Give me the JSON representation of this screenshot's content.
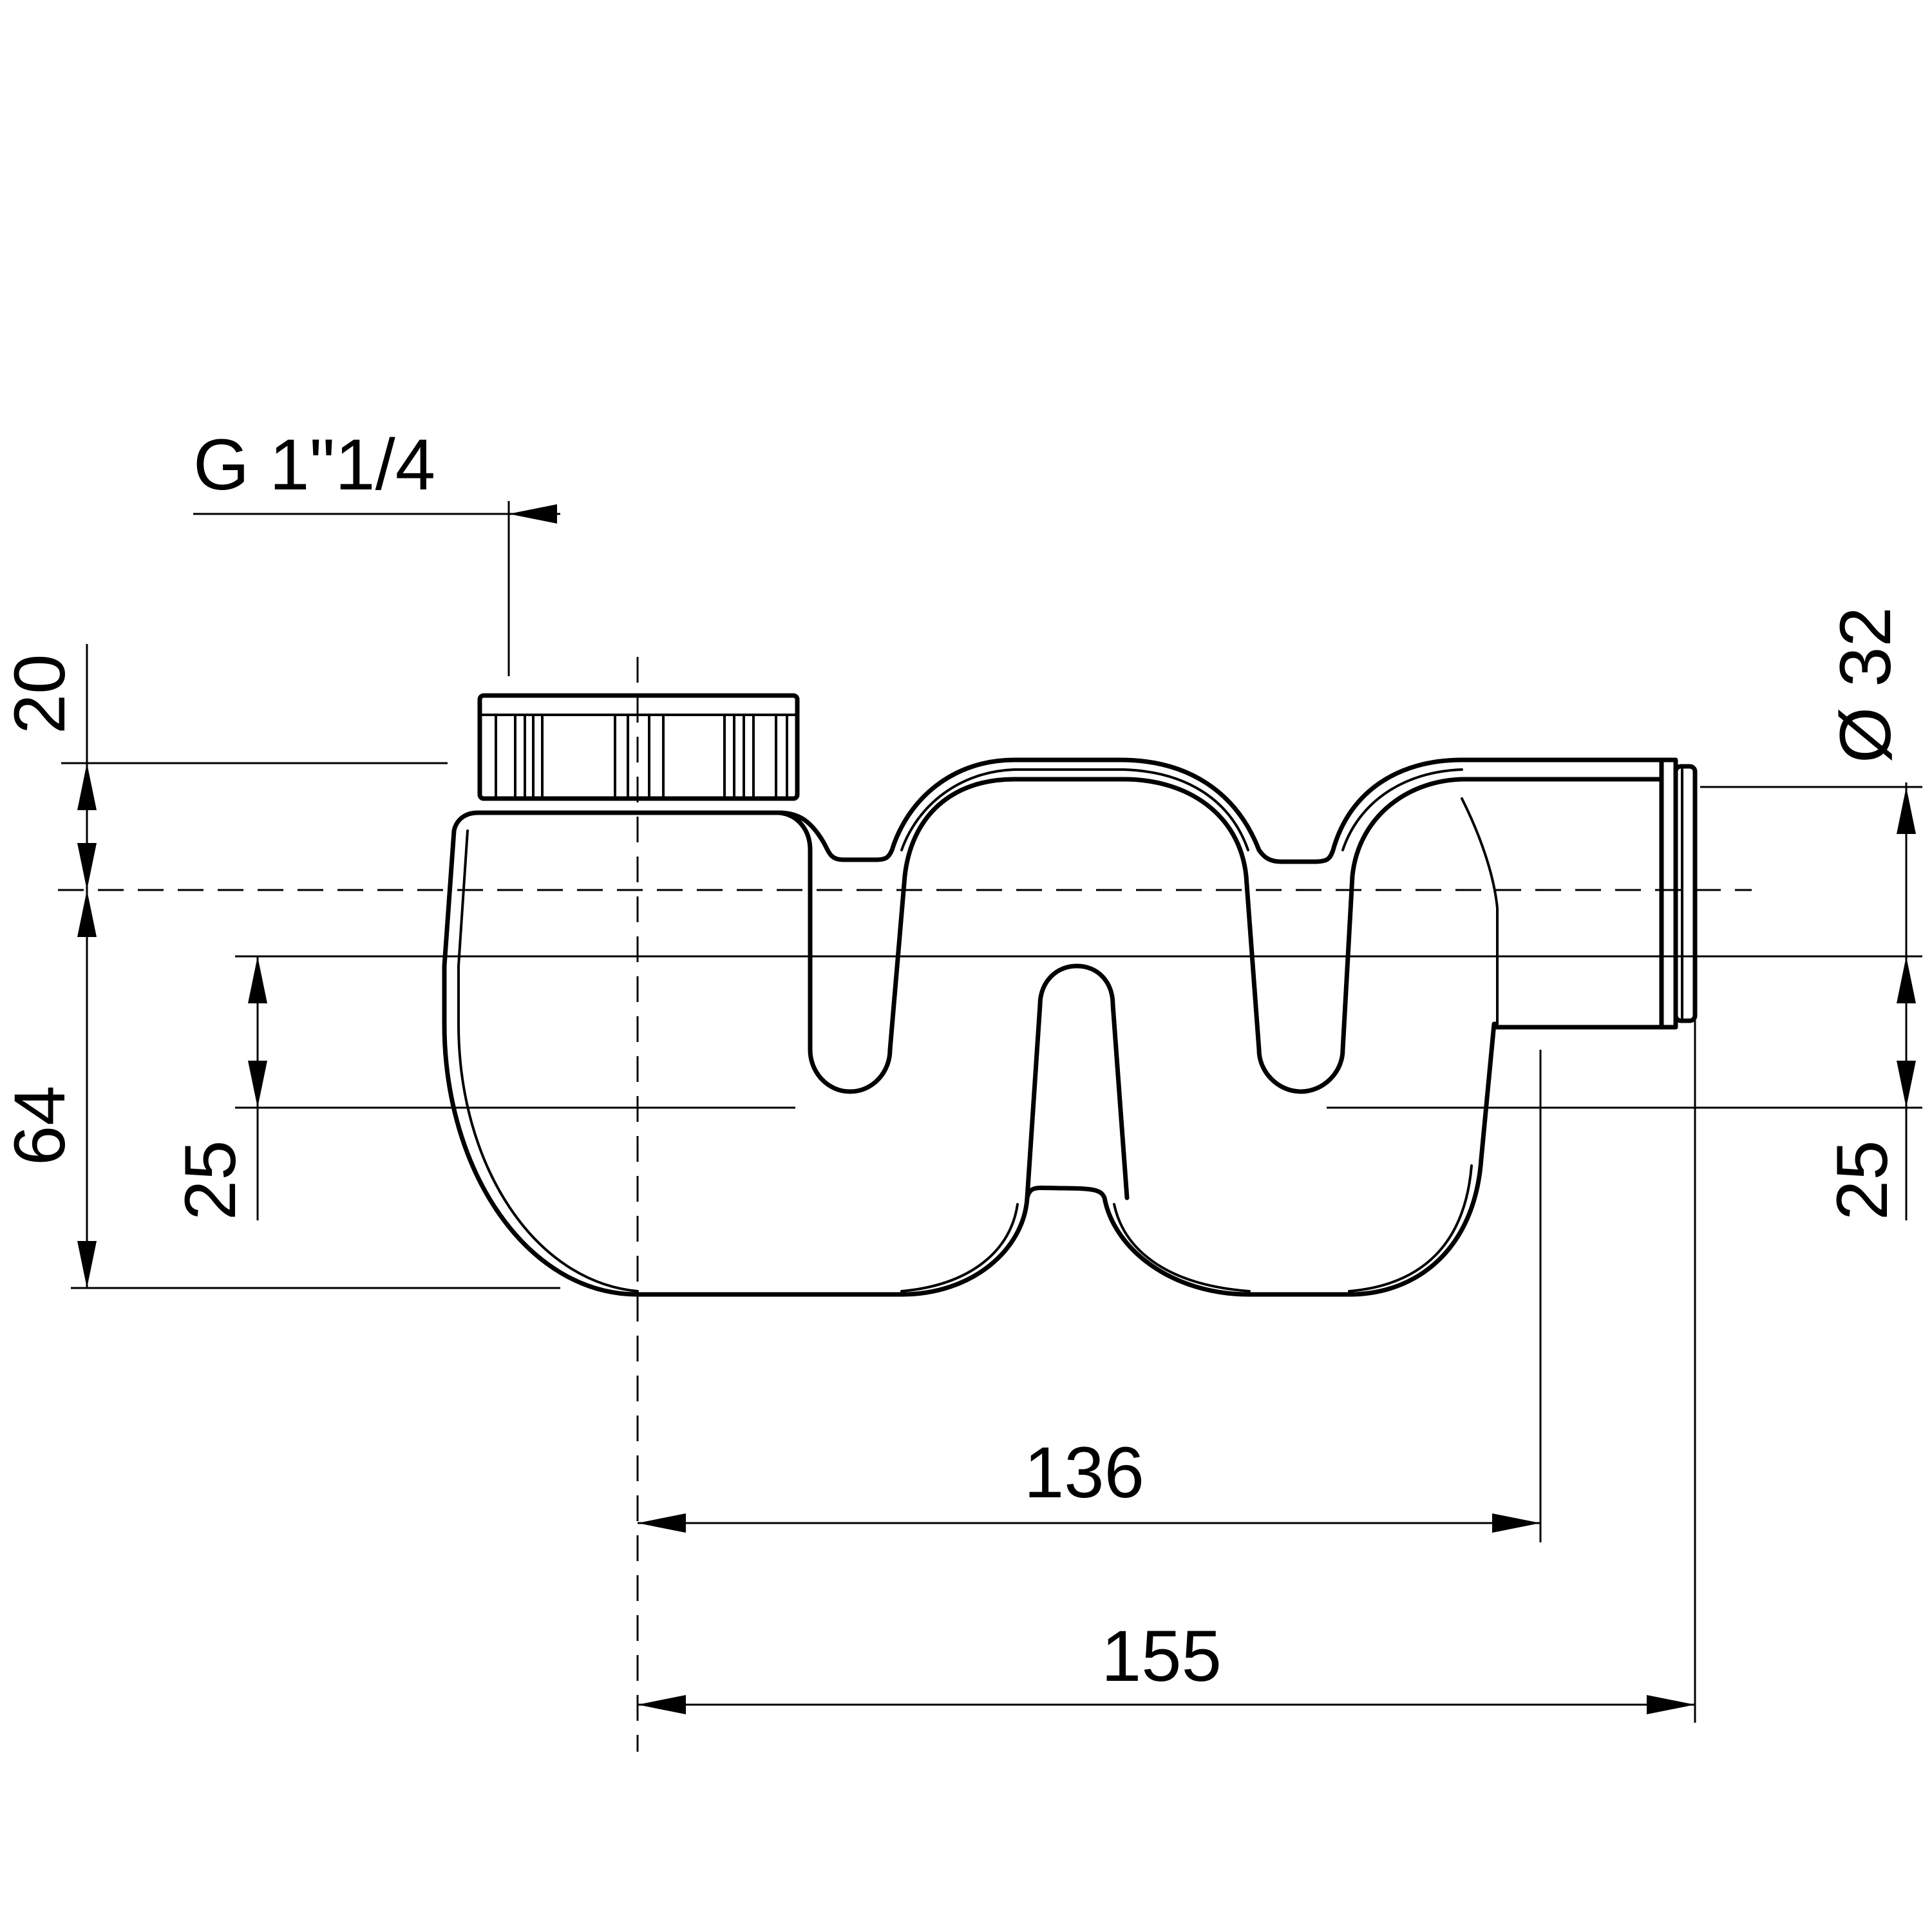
{
  "dimensions": {
    "thread": "G 1\"1/4",
    "diameter": "Ø 32",
    "height_top": "20",
    "height_total": "64",
    "outlet_left": "25",
    "outlet_right": "25",
    "length_inner": "136",
    "length_outer": "155"
  }
}
